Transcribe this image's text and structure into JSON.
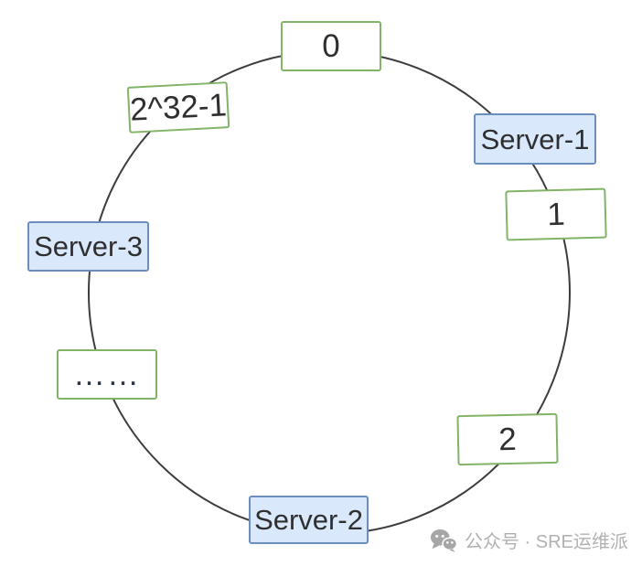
{
  "diagram": {
    "type": "consistent-hash-ring",
    "nodes": [
      {
        "label": "0",
        "kind": "hash-point"
      },
      {
        "label": "Server-1",
        "kind": "server"
      },
      {
        "label": "1",
        "kind": "hash-point"
      },
      {
        "label": "2",
        "kind": "hash-point"
      },
      {
        "label": "Server-2",
        "kind": "server"
      },
      {
        "label": "……",
        "kind": "hash-point"
      },
      {
        "label": "Server-3",
        "kind": "server"
      },
      {
        "label": "2^32-1",
        "kind": "hash-point"
      }
    ]
  },
  "colors": {
    "hash_box_border": "#82b366",
    "server_box_fill": "#dae8fc",
    "server_box_border": "#6c8ebf",
    "ring_stroke": "#3d3d3d",
    "watermark_gray": "#b1b1b1"
  },
  "watermark": {
    "icon": "wechat-icon",
    "text": "公众号 · SRE运维派"
  }
}
